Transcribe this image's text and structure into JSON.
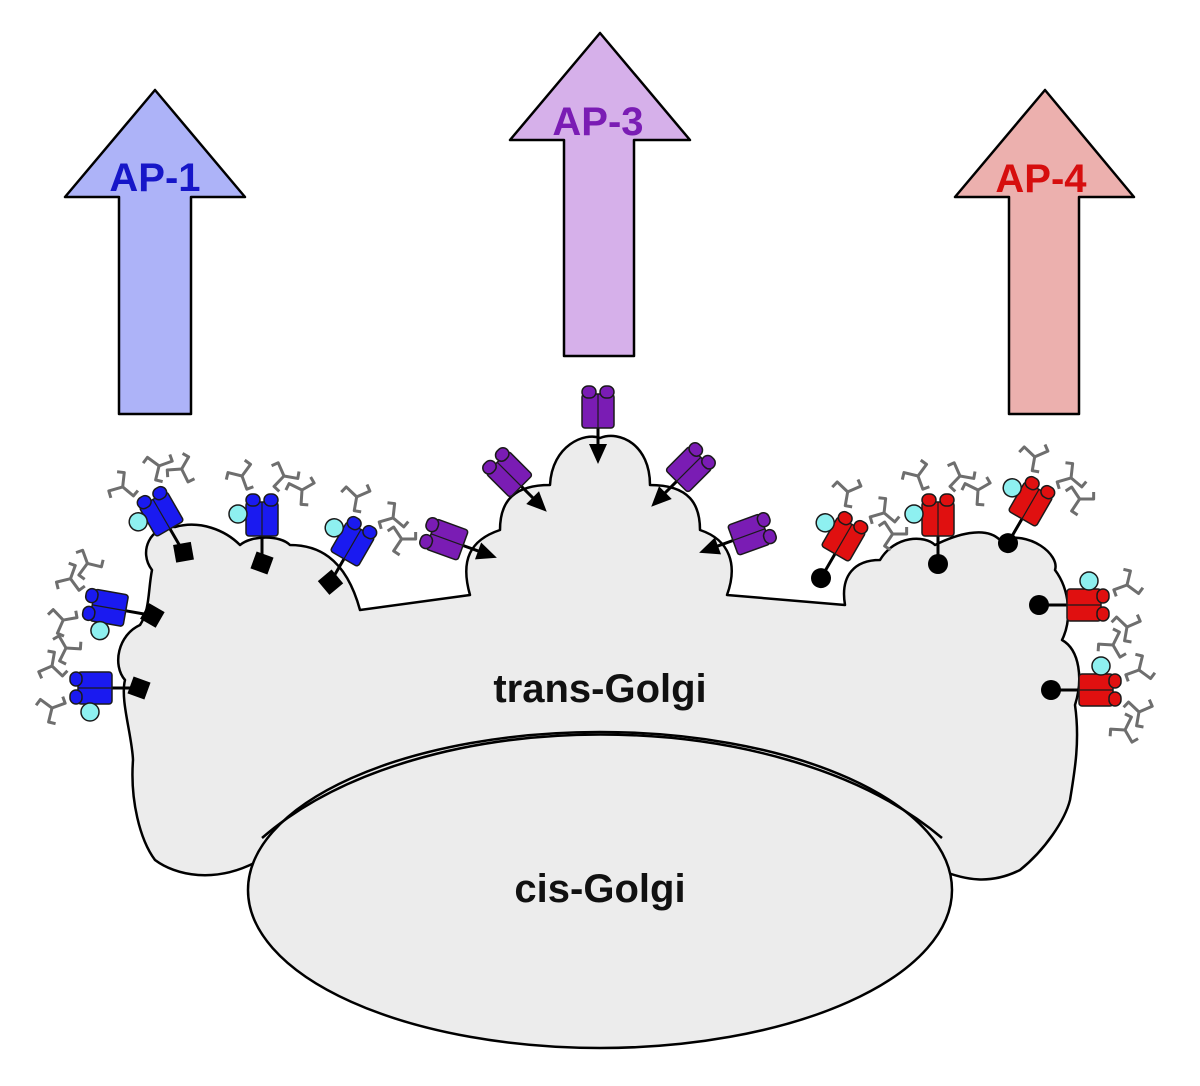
{
  "arrows": [
    {
      "label": "AP-1",
      "fill": "#adb3f8",
      "text_color": "#1616c8"
    },
    {
      "label": "AP-3",
      "fill": "#d6b0ea",
      "text_color": "#7a1cb4"
    },
    {
      "label": "AP-4",
      "fill": "#ecb0ae",
      "text_color": "#d60e0e"
    }
  ],
  "compartments": {
    "trans": "trans-Golgi",
    "cis": "cis-Golgi"
  },
  "colors": {
    "ap1_adaptor": "#1a1af0",
    "ap3_adaptor": "#7a1cb4",
    "ap4_adaptor": "#e01010",
    "clathrin": "#6e6e6e",
    "arf": "#8ef0f0",
    "membrane_fill": "#ececec"
  }
}
